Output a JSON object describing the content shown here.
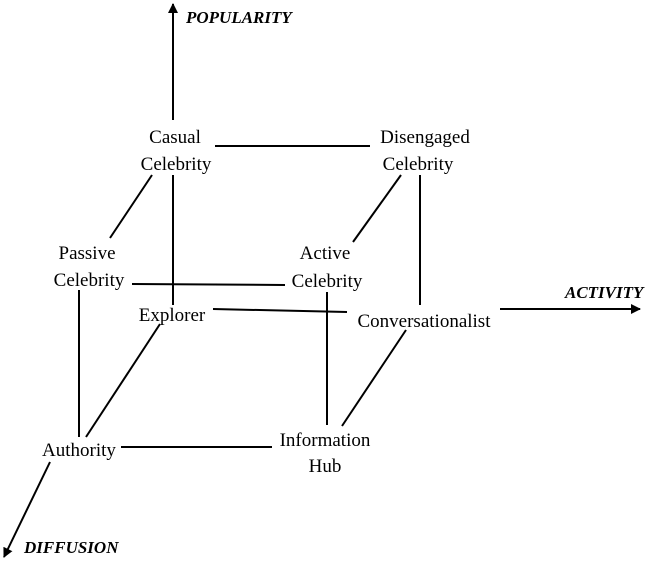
{
  "axes": {
    "popularity": "POPULARITY",
    "activity": "ACTIVITY",
    "diffusion": "DIFFUSION"
  },
  "nodes": {
    "casual_celebrity": [
      "Casual",
      "Celebrity"
    ],
    "disengaged_celebrity": [
      "Disengaged",
      "Celebrity"
    ],
    "passive_celebrity": [
      "Passive",
      "Celebrity"
    ],
    "active_celebrity": [
      "Active",
      "Celebrity"
    ],
    "explorer": [
      "Explorer"
    ],
    "conversationalist": [
      "Conversationalist"
    ],
    "authority": [
      "Authority"
    ],
    "information_hub": [
      "Information",
      "Hub"
    ]
  }
}
